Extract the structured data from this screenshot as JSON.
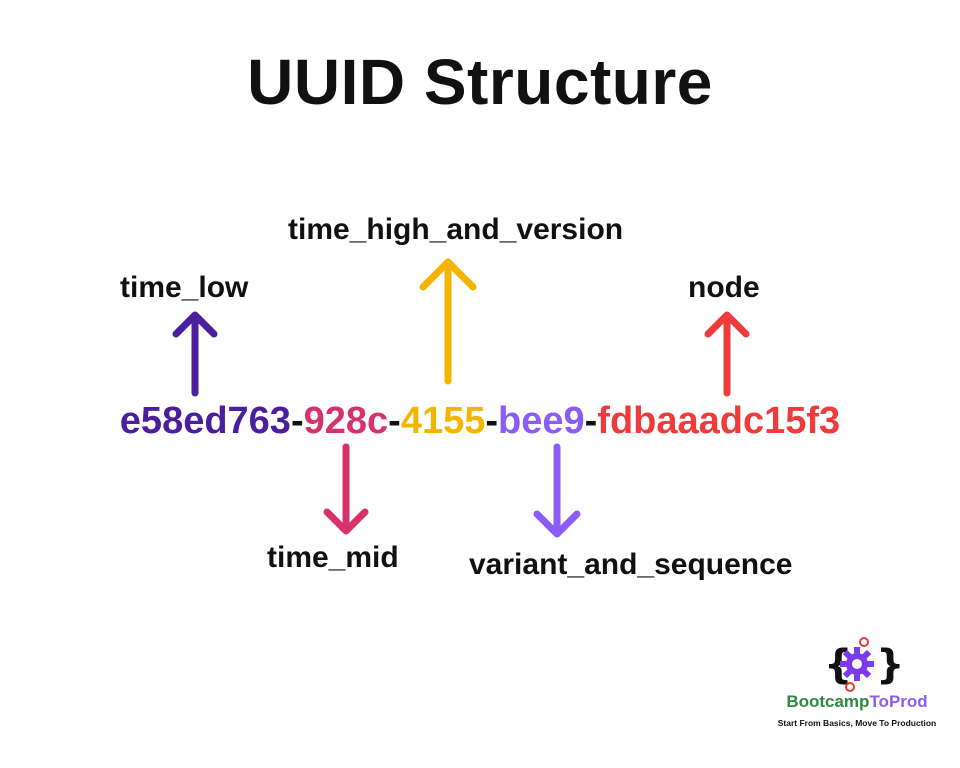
{
  "title": "UUID Structure",
  "uuid": {
    "separator": "-",
    "segments": [
      {
        "text": "e58ed763",
        "label": "time_low",
        "color": "#4B1E9E"
      },
      {
        "text": "928c",
        "label": "time_mid",
        "color": "#D6336C"
      },
      {
        "text": "4155",
        "label": "time_high_and_version",
        "color": "#F5B400"
      },
      {
        "text": "bee9",
        "label": "variant_and_sequence",
        "color": "#8B5CF6"
      },
      {
        "text": "fdbaaadc15f3",
        "label": "node",
        "color": "#EF3B3B"
      }
    ]
  },
  "logo": {
    "name_part1": "Bootcamp",
    "name_part2": "ToProd",
    "name_part1_color": "#2E8B3E",
    "name_part2_color": "#8B5CF6",
    "tagline": "Start From Basics, Move To Production",
    "icon": "gear-braces-icon"
  }
}
